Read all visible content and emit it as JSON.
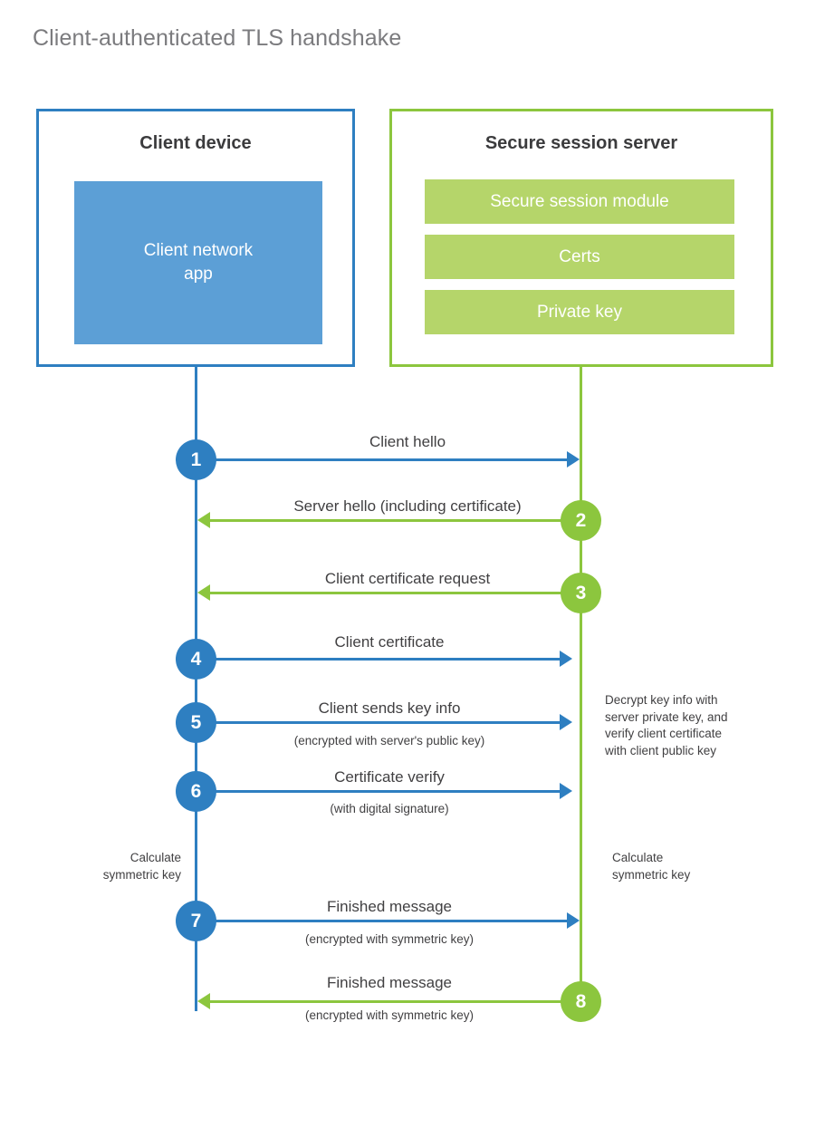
{
  "title": "Client-authenticated TLS handshake",
  "colors": {
    "client_blue": "#2e7fc1",
    "client_app_fill": "#5c9fd6",
    "server_green": "#8cc63e",
    "server_bar_fill": "#b5d56a",
    "text": "#414042",
    "title_gray": "#7b7b7e"
  },
  "client": {
    "title": "Client device",
    "app_label": "Client network\napp",
    "app_label_line1": "Client network",
    "app_label_line2": "app",
    "note": "Calculate\nsymmetric key",
    "note_line1": "Calculate",
    "note_line2": "symmetric key"
  },
  "server": {
    "title": "Secure session server",
    "bars": [
      {
        "label": "Secure session module"
      },
      {
        "label": "Certs"
      },
      {
        "label": "Private key"
      }
    ],
    "decrypt_note_line1": "Decrypt key info with",
    "decrypt_note_line2": "server private key, and",
    "decrypt_note_line3": "verify client certificate",
    "decrypt_note_line4": "with client public key",
    "note_line1": "Calculate",
    "note_line2": "symmetric key"
  },
  "steps": [
    {
      "number": "1",
      "label": "Client hello",
      "sublabel": "",
      "direction": "client-to-server",
      "color": "blue"
    },
    {
      "number": "2",
      "label": "Server hello (including certificate)",
      "sublabel": "",
      "direction": "server-to-client",
      "color": "green"
    },
    {
      "number": "3",
      "label": "Client certificate request",
      "sublabel": "",
      "direction": "server-to-client",
      "color": "green"
    },
    {
      "number": "4",
      "label": "Client certificate",
      "sublabel": "",
      "direction": "client-to-server",
      "color": "blue"
    },
    {
      "number": "5",
      "label": "Client sends key info",
      "sublabel": "(encrypted with server's public key)",
      "direction": "client-to-server",
      "color": "blue"
    },
    {
      "number": "6",
      "label": "Certificate verify",
      "sublabel": "(with digital signature)",
      "direction": "client-to-server",
      "color": "blue"
    },
    {
      "number": "7",
      "label": "Finished message",
      "sublabel": "(encrypted with symmetric key)",
      "direction": "client-to-server",
      "color": "blue"
    },
    {
      "number": "8",
      "label": "Finished message",
      "sublabel": "(encrypted with symmetric key)",
      "direction": "server-to-client",
      "color": "green"
    }
  ]
}
